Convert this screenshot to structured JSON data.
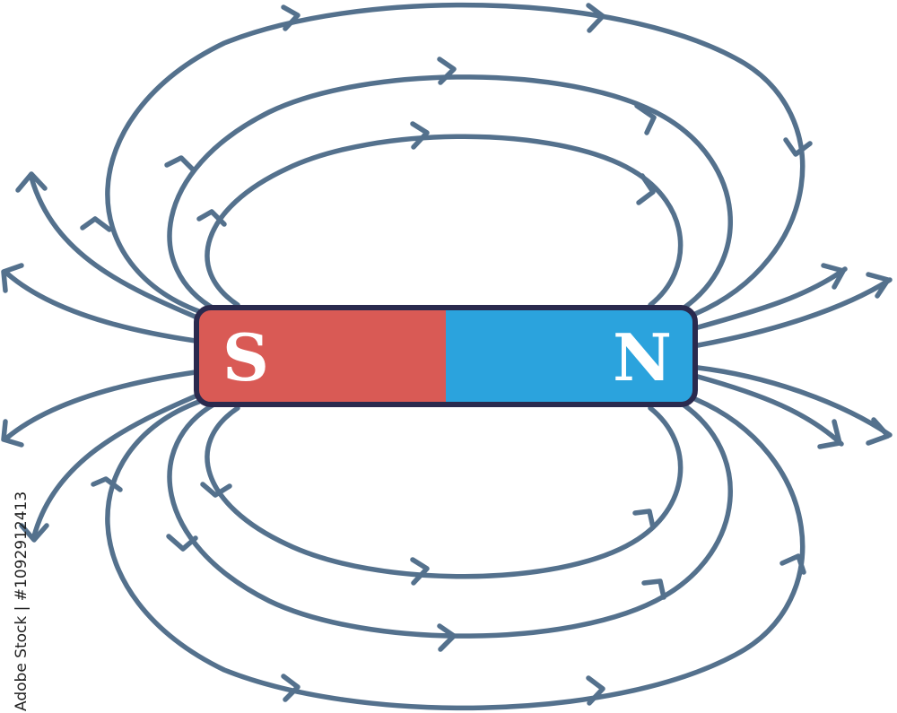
{
  "magnet": {
    "south_label": "S",
    "north_label": "N",
    "south_color": "#d95a55",
    "north_color": "#2ba3dd",
    "outline_color": "#2a2a4e"
  },
  "field_line_color": "#54718d",
  "stock_id": "Adobe Stock | #1092912413"
}
